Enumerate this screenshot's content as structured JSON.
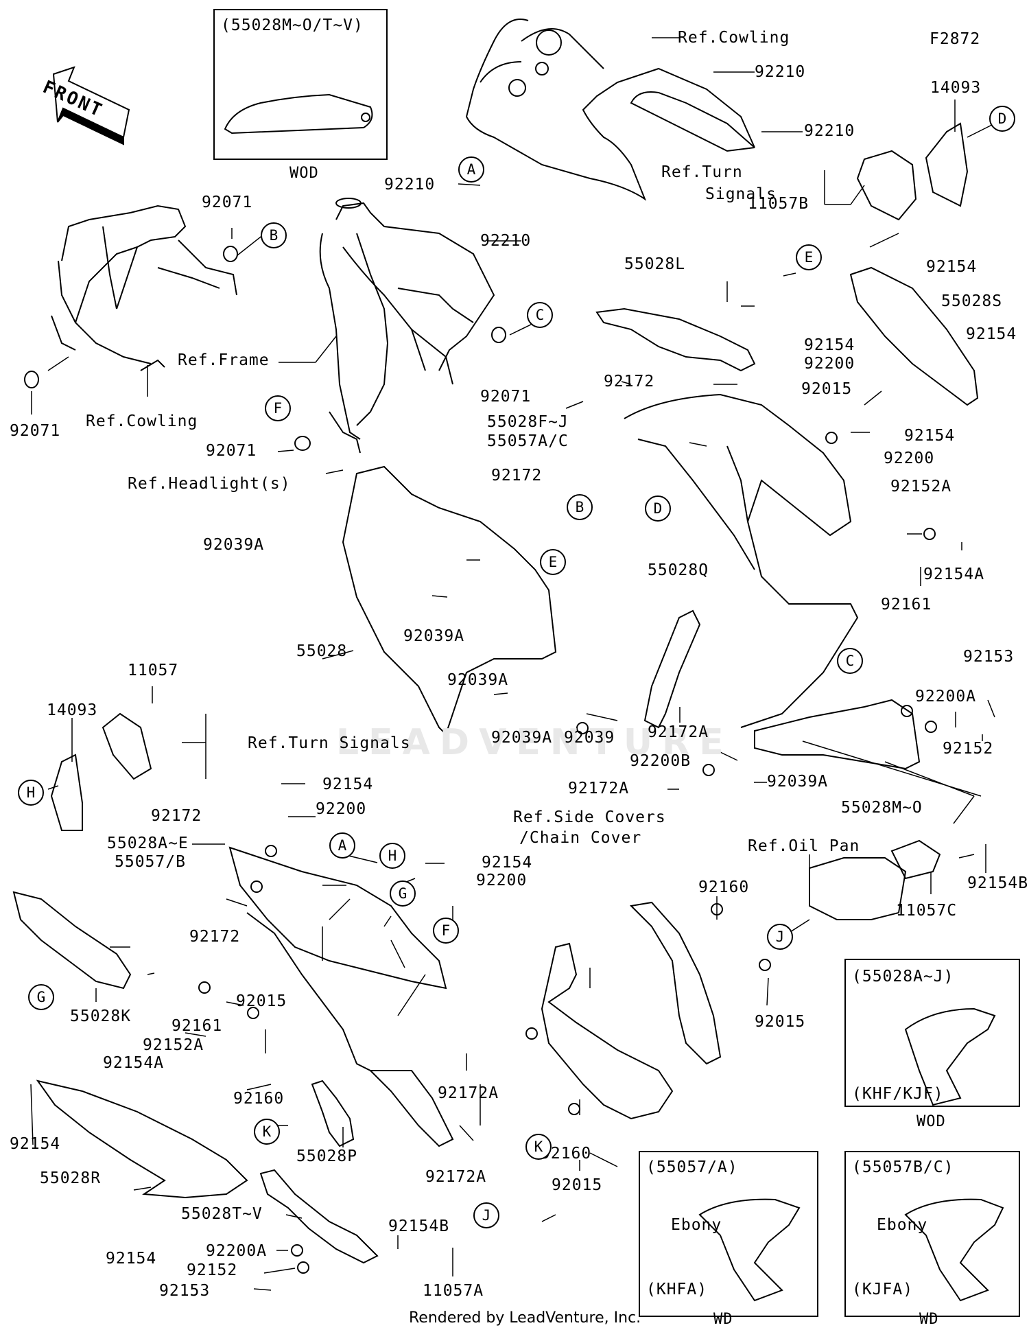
{
  "figure_id": "F2872",
  "front_label": "FRONT",
  "watermark": "LEADVENTURE",
  "footer": "Rendered by LeadVenture, Inc.",
  "insets": {
    "top": {
      "header": "(55028M~O/T~V)",
      "caption": "WOD"
    },
    "khf": {
      "header": "(55028A~J)",
      "sub": "(KHF/KJF)",
      "caption": "WOD"
    },
    "khfa": {
      "header": "(55057/A)",
      "callout": "Ebony",
      "sub": "(KHFA)",
      "caption": "WD"
    },
    "kjfa": {
      "header": "(55057B/C)",
      "callout": "Ebony",
      "sub": "(KJFA)",
      "caption": "WD"
    }
  },
  "refs": {
    "cowling_top": "Ref.Cowling",
    "turn_signals_right_1": "Ref.Turn",
    "turn_signals_right_2": "Signals",
    "frame": "Ref.Frame",
    "cowling_left": "Ref.Cowling",
    "headlight": "Ref.Headlight(s)",
    "turn_signals_left": "Ref.Turn Signals",
    "side_covers_1": "Ref.Side Covers",
    "side_covers_2": "/Chain Cover",
    "oil_pan": "Ref.Oil Pan"
  },
  "parts": {
    "p92210a": "92210",
    "p92210b": "92210",
    "p92210c": "92210",
    "p92210d": "92210",
    "p14093r": "14093",
    "p11057B": "11057B",
    "p92071a": "92071",
    "p92071b": "92071",
    "p92071c": "92071",
    "p92071d": "92071",
    "p55028L": "55028L",
    "p92154a": "92154",
    "p55028S": "55028S",
    "p92154b": "92154",
    "p92154c": "92154",
    "p92200a": "92200",
    "p92172a": "92172",
    "p92015a": "92015",
    "p55028FJ": "55028F~J",
    "p55057AC": "55057A/C",
    "p92154d": "92154",
    "p92200b": "92200",
    "p92172b": "92172",
    "p92152A": "92152A",
    "p92154A": "92154A",
    "p92161a": "92161",
    "p92039Aa": "92039A",
    "p92039Ab": "92039A",
    "p92039Ac": "92039A",
    "p92039Ad": "92039A",
    "p55028": "55028",
    "p55028Q": "55028Q",
    "p92153a": "92153",
    "p92200Aa": "92200A",
    "p92152a": "92152",
    "p92039": "92039",
    "p92172A": "92172A",
    "p92200B": "92200B",
    "p92172Ab": "92172A",
    "p92039Ae": "92039A",
    "p55028MO": "55028M~O",
    "p11057": "11057",
    "p14093l": "14093",
    "p92154e": "92154",
    "p92200c": "92200",
    "p92172c": "92172",
    "p55028AE": "55028A~E",
    "p55057B": "55057/B",
    "p92154f": "92154",
    "p92200d": "92200",
    "p92172d": "92172",
    "p55028K": "55028K",
    "p92015b": "92015",
    "p92161b": "92161",
    "p92152Ab": "92152A",
    "p92154Ab": "92154A",
    "p92160a": "92160",
    "p92154g": "92154",
    "p55028R": "55028R",
    "p92154h": "92154",
    "p55028P": "55028P",
    "p92172Ac": "92172A",
    "p92172Ad": "92172A",
    "p55028TV": "55028T~V",
    "p92200Ab": "92200A",
    "p92152b": "92152",
    "p92153b": "92153",
    "p92154Bb": "92154B",
    "p11057A": "11057A",
    "p92160b": "92160",
    "p92160c": "92160",
    "p92015c": "92015",
    "p92015d": "92015",
    "p92154B": "92154B",
    "p11057C": "11057C"
  },
  "callouts": {
    "A1": "A",
    "A2": "A",
    "B1": "B",
    "B2": "B",
    "C1": "C",
    "C2": "C",
    "D1": "D",
    "D2": "D",
    "E1": "E",
    "E2": "E",
    "F1": "F",
    "F2": "F",
    "G1": "G",
    "G2": "G",
    "H1": "H",
    "H2": "H",
    "J1": "J",
    "J2": "J",
    "K1": "K",
    "K2": "K"
  }
}
